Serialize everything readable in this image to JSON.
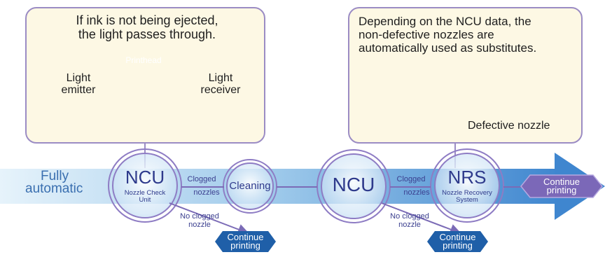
{
  "left_panel": {
    "caption_line1": "If ink is not being ejected,",
    "caption_line2": "the light passes through.",
    "printhead_label": "Printhead",
    "emitter_line1": "Light",
    "emitter_line2": "emitter",
    "receiver_line1": "Light",
    "receiver_line2": "receiver"
  },
  "right_panel": {
    "caption_line1": "Depending on the NCU data, the",
    "caption_line2": "non-defective nozzles are",
    "caption_line3": "automatically used as substitutes.",
    "defective_label": "Defective nozzle"
  },
  "flow": {
    "start_line1": "Fully",
    "start_line2": "automatic",
    "ncu1_title": "NCU",
    "ncu1_sub_line1": "Nozzle Check",
    "ncu1_sub_line2": "Unit",
    "clogged1_line1": "Clogged",
    "clogged1_line2": "nozzles",
    "cleaning": "Cleaning",
    "ncu2_title": "NCU",
    "clogged2_line1": "Clogged",
    "clogged2_line2": "nozzles",
    "nrs_title": "NRS",
    "nrs_sub_line1": "Nozzle Recovery",
    "nrs_sub_line2": "System",
    "noclog1_line1": "No clogged",
    "noclog1_line2": "nozzle",
    "noclog2_line1": "No clogged",
    "noclog2_line2": "nozzle",
    "continue1_line1": "Continue",
    "continue1_line2": "printing",
    "continue2_line1": "Continue",
    "continue2_line2": "printing",
    "continue3_line1": "Continue",
    "continue3_line2": "printing"
  },
  "colors": {
    "panel_bg": "#fdf8e4",
    "panel_border": "#9b8cc4",
    "arrow_light": "#dceef8",
    "arrow_dark": "#4a8fd0",
    "node_text": "#2e3a8c",
    "hex_fill": "#1f5fa8",
    "ink": "#c73b9a"
  }
}
